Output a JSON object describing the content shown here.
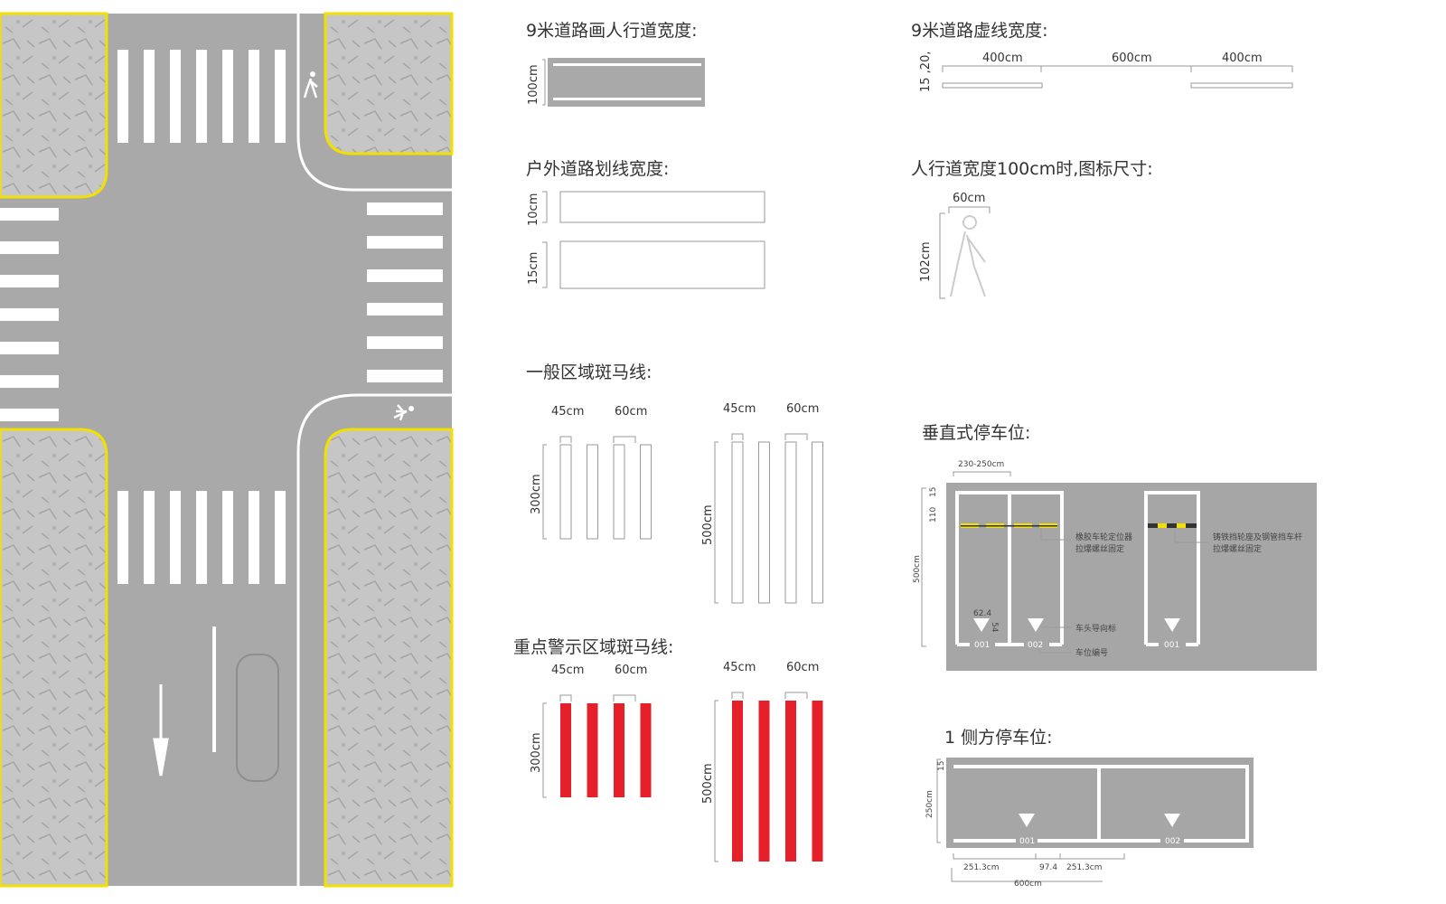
{
  "colors": {
    "road": "#a9a9a9",
    "sidewalk": "#c6c6c6",
    "curb": "#f2e000",
    "marking": "#ffffff",
    "warning": "#e5202a",
    "panel": "#a6a6a6"
  },
  "sections": {
    "sidewalk_width": {
      "title": "9米道路画人行道宽度:",
      "dim": "100cm"
    },
    "dashed_line": {
      "title": "9米道路虚线宽度:",
      "dims": [
        "400cm",
        "600cm",
        "400cm"
      ],
      "side": "15 ,20,"
    },
    "line_width": {
      "title": "户外道路划线宽度:",
      "dims": [
        "10cm",
        "15cm"
      ]
    },
    "icon_size": {
      "title": "人行道宽度100cm时,图标尺寸:",
      "width": "60cm",
      "height": "102cm",
      "icon": "pedestrian-icon"
    },
    "zebra_general": {
      "title": "一般区域斑马线:",
      "a": "45cm",
      "b": "60cm",
      "h1": "300cm",
      "h2": "500cm"
    },
    "zebra_warning": {
      "title": "重点警示区域斑马线:",
      "a": "45cm",
      "b": "60cm",
      "h1": "300cm",
      "h2": "500cm"
    },
    "perpendicular": {
      "title": "垂直式停车位:",
      "width": "230-250cm",
      "d15": "15",
      "d110": "110",
      "length": "500cm",
      "arrow_w": "62.4",
      "arrow_h": "54",
      "stall_numbers": [
        "001",
        "002",
        "001"
      ],
      "note1": [
        "橡胶车轮定位器",
        "拉爆螺丝固定"
      ],
      "note2": [
        "铸铁挡轮座及钢管挡车杆",
        "拉爆螺丝固定"
      ],
      "note3": "车头导向标",
      "note4": "车位编号"
    },
    "parallel": {
      "title": "1 侧方停车位:",
      "d15": "15",
      "height": "250cm",
      "stall_numbers": [
        "001",
        "002"
      ],
      "dims": [
        "251.3cm",
        "97.4",
        "251.3cm"
      ],
      "total": "600cm"
    }
  }
}
